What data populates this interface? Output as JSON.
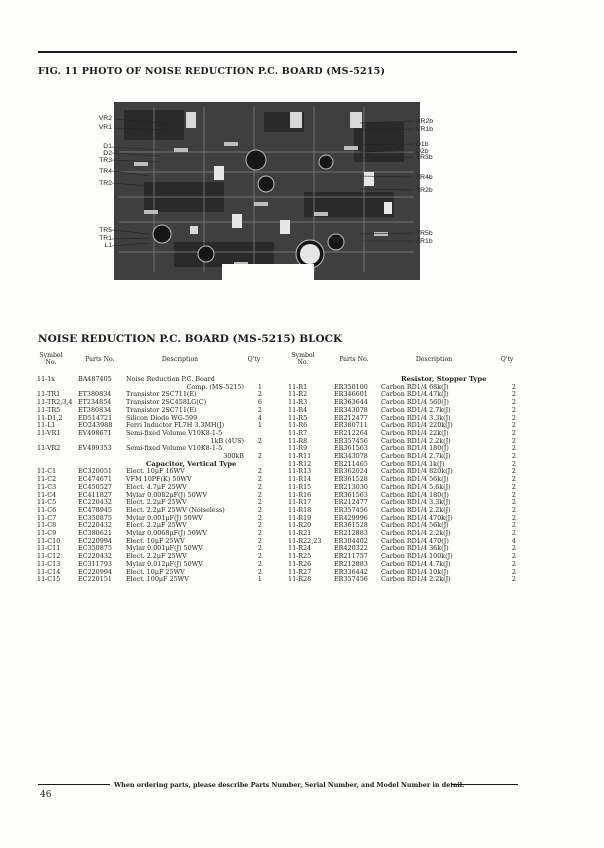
{
  "figure_title": "FIG. 11 PHOTO OF NOISE REDUCTION P.C. BOARD (MS-5215)",
  "photo_labels": {
    "left": [
      "VR2",
      "VR1",
      "D1",
      "D2",
      "TR3",
      "TR4",
      "TR2",
      "TR5",
      "TR1",
      "L1"
    ],
    "right": [
      "VR2b",
      "VR1b",
      "D1b",
      "D2b",
      "TR3b",
      "TR4b",
      "TR2b",
      "TR5b",
      "TR1b"
    ]
  },
  "block_title": "NOISE REDUCTION P.C. BOARD (MS-5215) BLOCK",
  "headers": {
    "symbol": "Symbol\nNo.",
    "parts": "Parts No.",
    "description": "Description",
    "qty": "Q'ty"
  },
  "left_table": [
    {
      "sym": "11-1x",
      "part": "BA487405",
      "desc": "Noise Reduction P.C. Board",
      "qty": ""
    },
    {
      "sym": "",
      "part": "",
      "desc": "Comp. (MS-5215)",
      "qty": "1",
      "align": "right"
    },
    {
      "sym": "11-TR1",
      "part": "ET380834",
      "desc": "Transistor 2SC711(E)",
      "qty": "2"
    },
    {
      "sym": "11-TR2,3,4",
      "part": "ET234854",
      "desc": "Transistor 2SC458LG(C)",
      "qty": "6"
    },
    {
      "sym": "11-TR5",
      "part": "ET380834",
      "desc": "Transistor 2SC711(E)",
      "qty": "2"
    },
    {
      "sym": "11-D1,2",
      "part": "ED514721",
      "desc": "Silicon Diode WG-599",
      "qty": "4"
    },
    {
      "sym": "11-L1",
      "part": "EO243988",
      "desc": "Ferri Inductor FL7H 3.3MH(J)",
      "qty": "1"
    },
    {
      "sym": "11-VR1",
      "part": "EV498671",
      "desc": "Semi-fixed Volume V10K8-1-5",
      "qty": ""
    },
    {
      "sym": "",
      "part": "",
      "desc": "1kB (4US)",
      "qty": "2",
      "align": "right"
    },
    {
      "sym": "11-VR2",
      "part": "EV499353",
      "desc": "Semi-fixed Volume V10K8-1-5",
      "qty": ""
    },
    {
      "sym": "",
      "part": "",
      "desc": "300kB",
      "qty": "2",
      "align": "right"
    },
    {
      "sym": "",
      "part": "",
      "desc": "Capacitor, Vertical Type",
      "qty": "",
      "bold": true
    },
    {
      "sym": "11-C1",
      "part": "EC320051",
      "desc": "Elect. 10μF 16WV",
      "qty": "2"
    },
    {
      "sym": "11-C2",
      "part": "EC474671",
      "desc": "VFM 10PF(K) 50WV",
      "qty": "2"
    },
    {
      "sym": "11-C3",
      "part": "EC450527",
      "desc": "Elect. 4.7μF 25WV",
      "qty": "2"
    },
    {
      "sym": "11-C4",
      "part": "EC411827",
      "desc": "Mylar 0.0082μF(J) 50WV",
      "qty": "2"
    },
    {
      "sym": "11-C5",
      "part": "EC220432",
      "desc": "Elect. 2.2μF 25WV",
      "qty": "2"
    },
    {
      "sym": "11-C6",
      "part": "EC478945",
      "desc": "Elect. 2.2μF 25WV (Noiseless)",
      "qty": "2"
    },
    {
      "sym": "11-C7",
      "part": "EC350875",
      "desc": "Mylar 0.001μF(J) 50WV",
      "qty": "2"
    },
    {
      "sym": "11-C8",
      "part": "EC220432",
      "desc": "Elect. 2.2μF 25WV",
      "qty": "2"
    },
    {
      "sym": "11-C9",
      "part": "EC380621",
      "desc": "Mylar 0.0068μF(J) 50WV",
      "qty": "2"
    },
    {
      "sym": "11-C10",
      "part": "EC220994",
      "desc": "Elect. 10μF 25WV",
      "qty": "2"
    },
    {
      "sym": "11-C11",
      "part": "EC350875",
      "desc": "Mylar 0.001μF(J) 50WV",
      "qty": "2"
    },
    {
      "sym": "11-C12",
      "part": "EC220432",
      "desc": "Elect. 2.2μF 25WV",
      "qty": "2"
    },
    {
      "sym": "11-C13",
      "part": "EC311793",
      "desc": "Mylar 0.012μF(J) 50WV",
      "qty": "2"
    },
    {
      "sym": "11-C14",
      "part": "EC220994",
      "desc": "Elect. 10μF 25WV",
      "qty": "2"
    },
    {
      "sym": "11-C15",
      "part": "EC220151",
      "desc": "Elect. 100μF 25WV",
      "qty": "1"
    }
  ],
  "right_table": [
    {
      "sym": "",
      "part": "",
      "desc": "Resistor, Stopper Type",
      "qty": "",
      "bold": true
    },
    {
      "sym": "11-R1",
      "part": "ER350100",
      "desc": "Carbon RD1/4 68k(J)",
      "qty": "2"
    },
    {
      "sym": "11-R2",
      "part": "ER346601",
      "desc": "Carbon RD1/4 47k(J)",
      "qty": "2"
    },
    {
      "sym": "11-R3",
      "part": "ER363644",
      "desc": "Carbon RD1/4 560(J)",
      "qty": "2"
    },
    {
      "sym": "11-R4",
      "part": "ER343078",
      "desc": "Carbon RD1/4 2.7k(J)",
      "qty": "2"
    },
    {
      "sym": "11-R5",
      "part": "ER212477",
      "desc": "Carbon RD1/4 3.3k(J)",
      "qty": "2"
    },
    {
      "sym": "11-R6",
      "part": "ER380711",
      "desc": "Carbon RD1/4 220k(J)",
      "qty": "2"
    },
    {
      "sym": "11-R7",
      "part": "ER212264",
      "desc": "Carbon RD1/4 22k(J)",
      "qty": "2"
    },
    {
      "sym": "11-R8",
      "part": "ER357456",
      "desc": "Carbon RD1/4 2.2k(J)",
      "qty": "2"
    },
    {
      "sym": "11-R9",
      "part": "ER361563",
      "desc": "Carbon RD1/4 180(J)",
      "qty": "2"
    },
    {
      "sym": "11-R11",
      "part": "ER343078",
      "desc": "Carbon RD1/4 2.7k(J)",
      "qty": "2"
    },
    {
      "sym": "11-R12",
      "part": "ER211465",
      "desc": "Carbon RD1/4 1k(J)",
      "qty": "2"
    },
    {
      "sym": "11-R13",
      "part": "ER362024",
      "desc": "Carbon RD1/4 820k(J)",
      "qty": "2"
    },
    {
      "sym": "11-R14",
      "part": "ER361528",
      "desc": "Carbon RD1/4 56k(J)",
      "qty": "2"
    },
    {
      "sym": "11-R15",
      "part": "ER213030",
      "desc": "Carbon RD1/4 5.6k(J)",
      "qty": "2"
    },
    {
      "sym": "11-R16",
      "part": "ER361563",
      "desc": "Carbon RD1/4 180(J)",
      "qty": "2"
    },
    {
      "sym": "11-R17",
      "part": "ER212477",
      "desc": "Carbon RD1/4 3.3k(J)",
      "qty": "2"
    },
    {
      "sym": "11-R18",
      "part": "ER357456",
      "desc": "Carbon RD1/4 2.2k(J)",
      "qty": "2"
    },
    {
      "sym": "11-R19",
      "part": "ER429996",
      "desc": "Carbon RD1/4 470k(J)",
      "qty": "2"
    },
    {
      "sym": "11-R20",
      "part": "ER361528",
      "desc": "Carbon RD1/4 56k(J)",
      "qty": "2"
    },
    {
      "sym": "11-R21",
      "part": "ER212883",
      "desc": "Carbon RD1/4 2.2k(J)",
      "qty": "2"
    },
    {
      "sym": "11-R22,23",
      "part": "ER304402",
      "desc": "Carbon RD1/4 470(J)",
      "qty": "4"
    },
    {
      "sym": "11-R24",
      "part": "ER420322",
      "desc": "Carbon RD1/4 36k(J)",
      "qty": "2"
    },
    {
      "sym": "11-R25",
      "part": "ER211757",
      "desc": "Carbon RD1/4 100k(J)",
      "qty": "2"
    },
    {
      "sym": "11-R26",
      "part": "ER212883",
      "desc": "Carbon RD1/4 4.7k(J)",
      "qty": "2"
    },
    {
      "sym": "11-R27",
      "part": "ER336442",
      "desc": "Carbon RD1/4 10k(J)",
      "qty": "2"
    },
    {
      "sym": "11-R28",
      "part": "ER357456",
      "desc": "Carbon RD1/4 2.2k(J)",
      "qty": "2"
    }
  ],
  "footer_note": "When ordering parts, please describe Parts Number, Serial Number, and Model Number in detail.",
  "page_number": "46"
}
